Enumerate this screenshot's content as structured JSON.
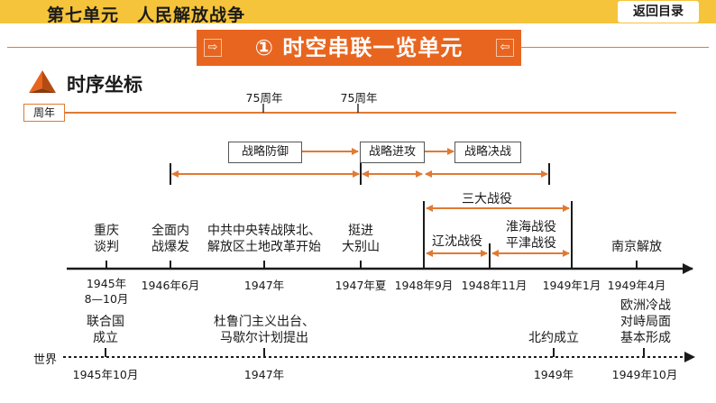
{
  "header": {
    "unit_title": "第七单元　人民解放战争",
    "back_label": "返回目录"
  },
  "banner": {
    "title": "①  时空串联一览单元"
  },
  "section": {
    "title": "时序坐标"
  },
  "anniversary": {
    "row_label": "周年",
    "marks": [
      "75周年",
      "75周年"
    ]
  },
  "phases": {
    "defense": "战略防御",
    "offense": "战略进攻",
    "decisive": "战略决战"
  },
  "battles": {
    "three_campaigns": "三大战役",
    "liaoshen": "辽沈战役",
    "huaihai_pingjin": "淮海战役\n平津战役"
  },
  "china_events": [
    {
      "text": "重庆\n谈判",
      "date": "1945年\n8—10月"
    },
    {
      "text": "全面内\n战爆发",
      "date": "1946年6月"
    },
    {
      "text": "中共中央转战陕北、\n解放区土地改革开始",
      "date": "1947年"
    },
    {
      "text": "挺进\n大别山",
      "date": "1947年夏"
    },
    {
      "text": "",
      "date": "1948年9月"
    },
    {
      "text": "",
      "date": "1948年11月"
    },
    {
      "text": "",
      "date": "1949年1月"
    },
    {
      "text": "南京解放",
      "date": "1949年4月"
    }
  ],
  "world": {
    "label": "世界",
    "events": [
      {
        "text": "联合国\n成立",
        "date": "1945年10月"
      },
      {
        "text": "杜鲁门主义出台、\n马歇尔计划提出",
        "date": "1947年"
      },
      {
        "text": "北约成立",
        "date": "1949年"
      },
      {
        "text": "欧洲冷战\n对峙局面\n基本形成",
        "date": "1949年10月"
      }
    ]
  },
  "colors": {
    "accent": "#e8651f",
    "header_bar": "#f5c43a",
    "line_orange": "#e07a33"
  }
}
